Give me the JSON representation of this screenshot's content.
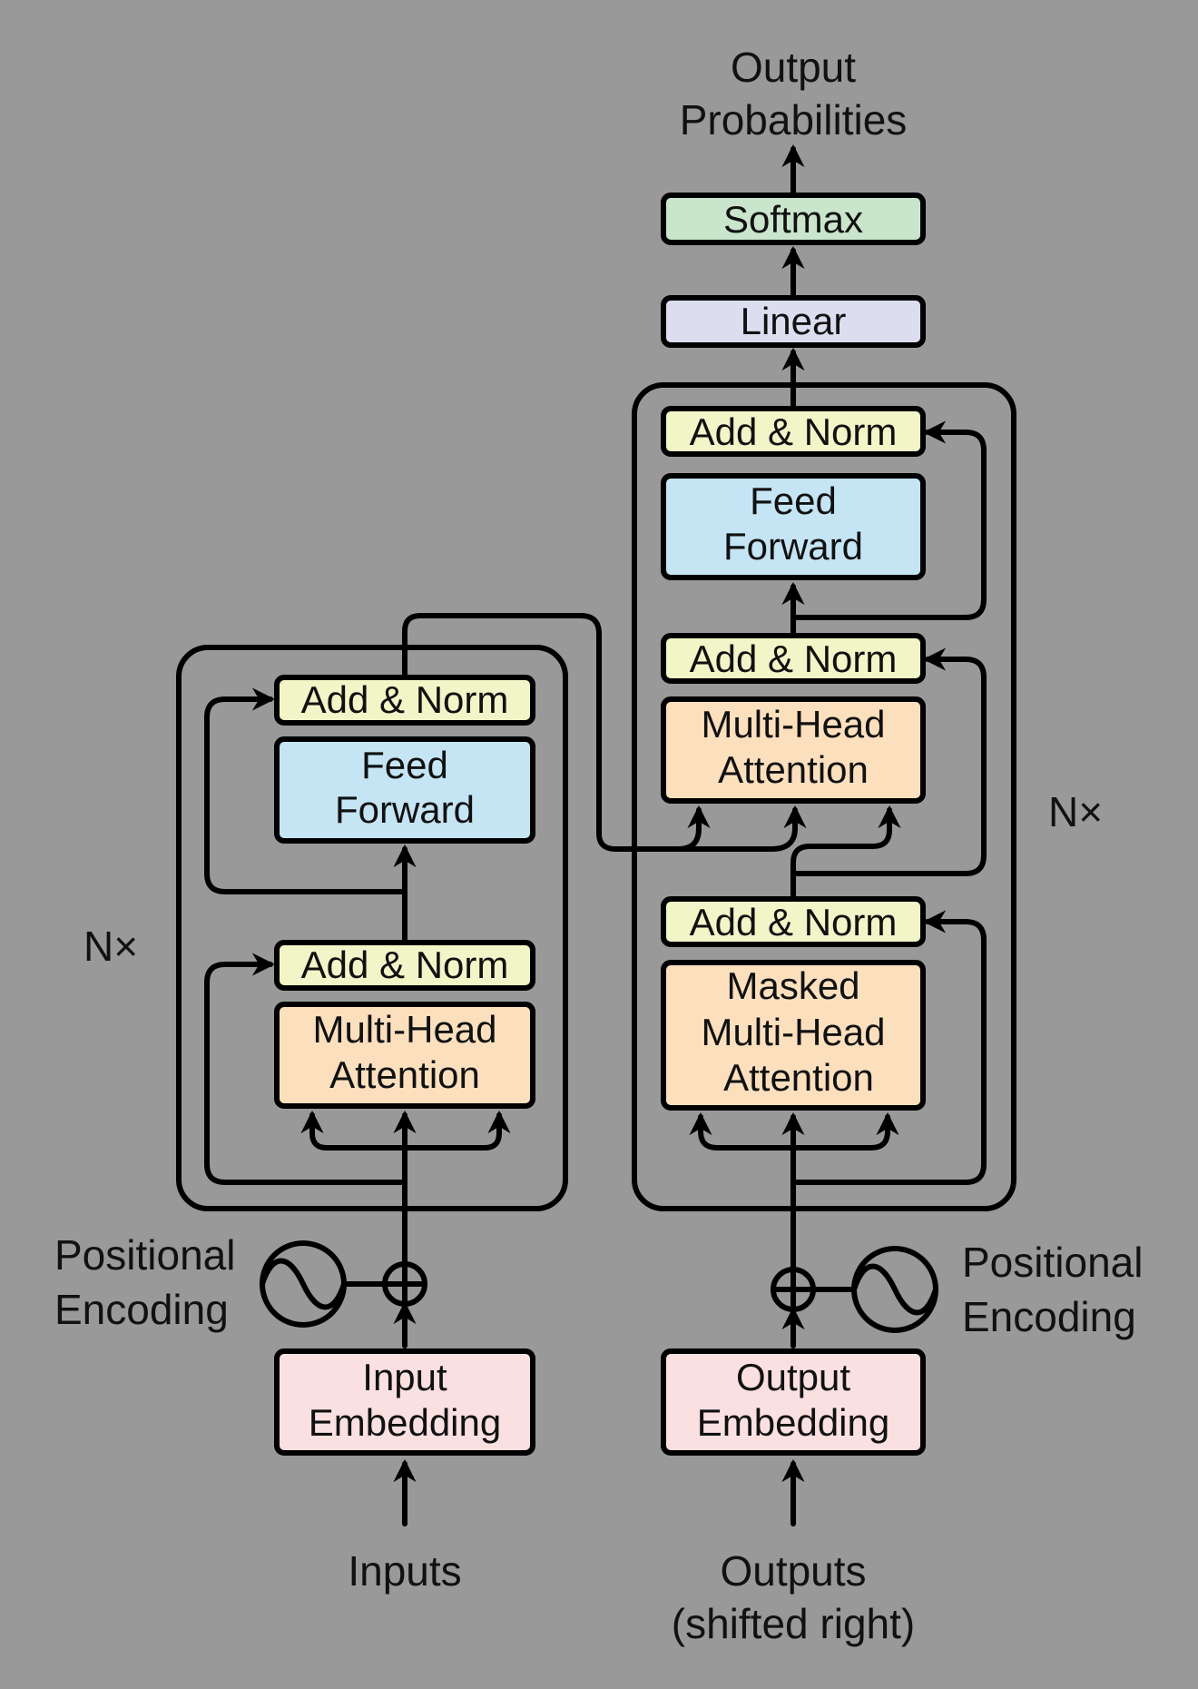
{
  "output_label": {
    "line1": "Output",
    "line2": "Probabilities"
  },
  "decoder": {
    "softmax": "Softmax",
    "linear": "Linear",
    "add_norm_top": "Add & Norm",
    "feed_forward": {
      "line1": "Feed",
      "line2": "Forward"
    },
    "add_norm_mid": "Add & Norm",
    "mha": {
      "line1": "Multi-Head",
      "line2": "Attention"
    },
    "add_norm_bottom": "Add & Norm",
    "masked_mha": {
      "line1": "Masked",
      "line2": "Multi-Head",
      "line3": "Attention"
    },
    "nx": "N×",
    "output_embedding": {
      "line1": "Output",
      "line2": "Embedding"
    },
    "positional_encoding": {
      "line1": "Positional",
      "line2": "Encoding"
    },
    "input_label": {
      "line1": "Outputs",
      "line2": "(shifted right)"
    }
  },
  "encoder": {
    "add_norm_top": "Add & Norm",
    "feed_forward": {
      "line1": "Feed",
      "line2": "Forward"
    },
    "add_norm_bottom": "Add & Norm",
    "mha": {
      "line1": "Multi-Head",
      "line2": "Attention"
    },
    "nx": "N×",
    "input_embedding": {
      "line1": "Input",
      "line2": "Embedding"
    },
    "positional_encoding": {
      "line1": "Positional",
      "line2": "Encoding"
    },
    "input_label": "Inputs"
  },
  "colors": {
    "background": "#999999",
    "add_norm": "#F2F5C7",
    "feed_forward": "#C5E5F5",
    "attention": "#FCE0BE",
    "embedding": "#FBE0E2",
    "linear": "#DDDDF0",
    "softmax": "#C9E6CC"
  }
}
